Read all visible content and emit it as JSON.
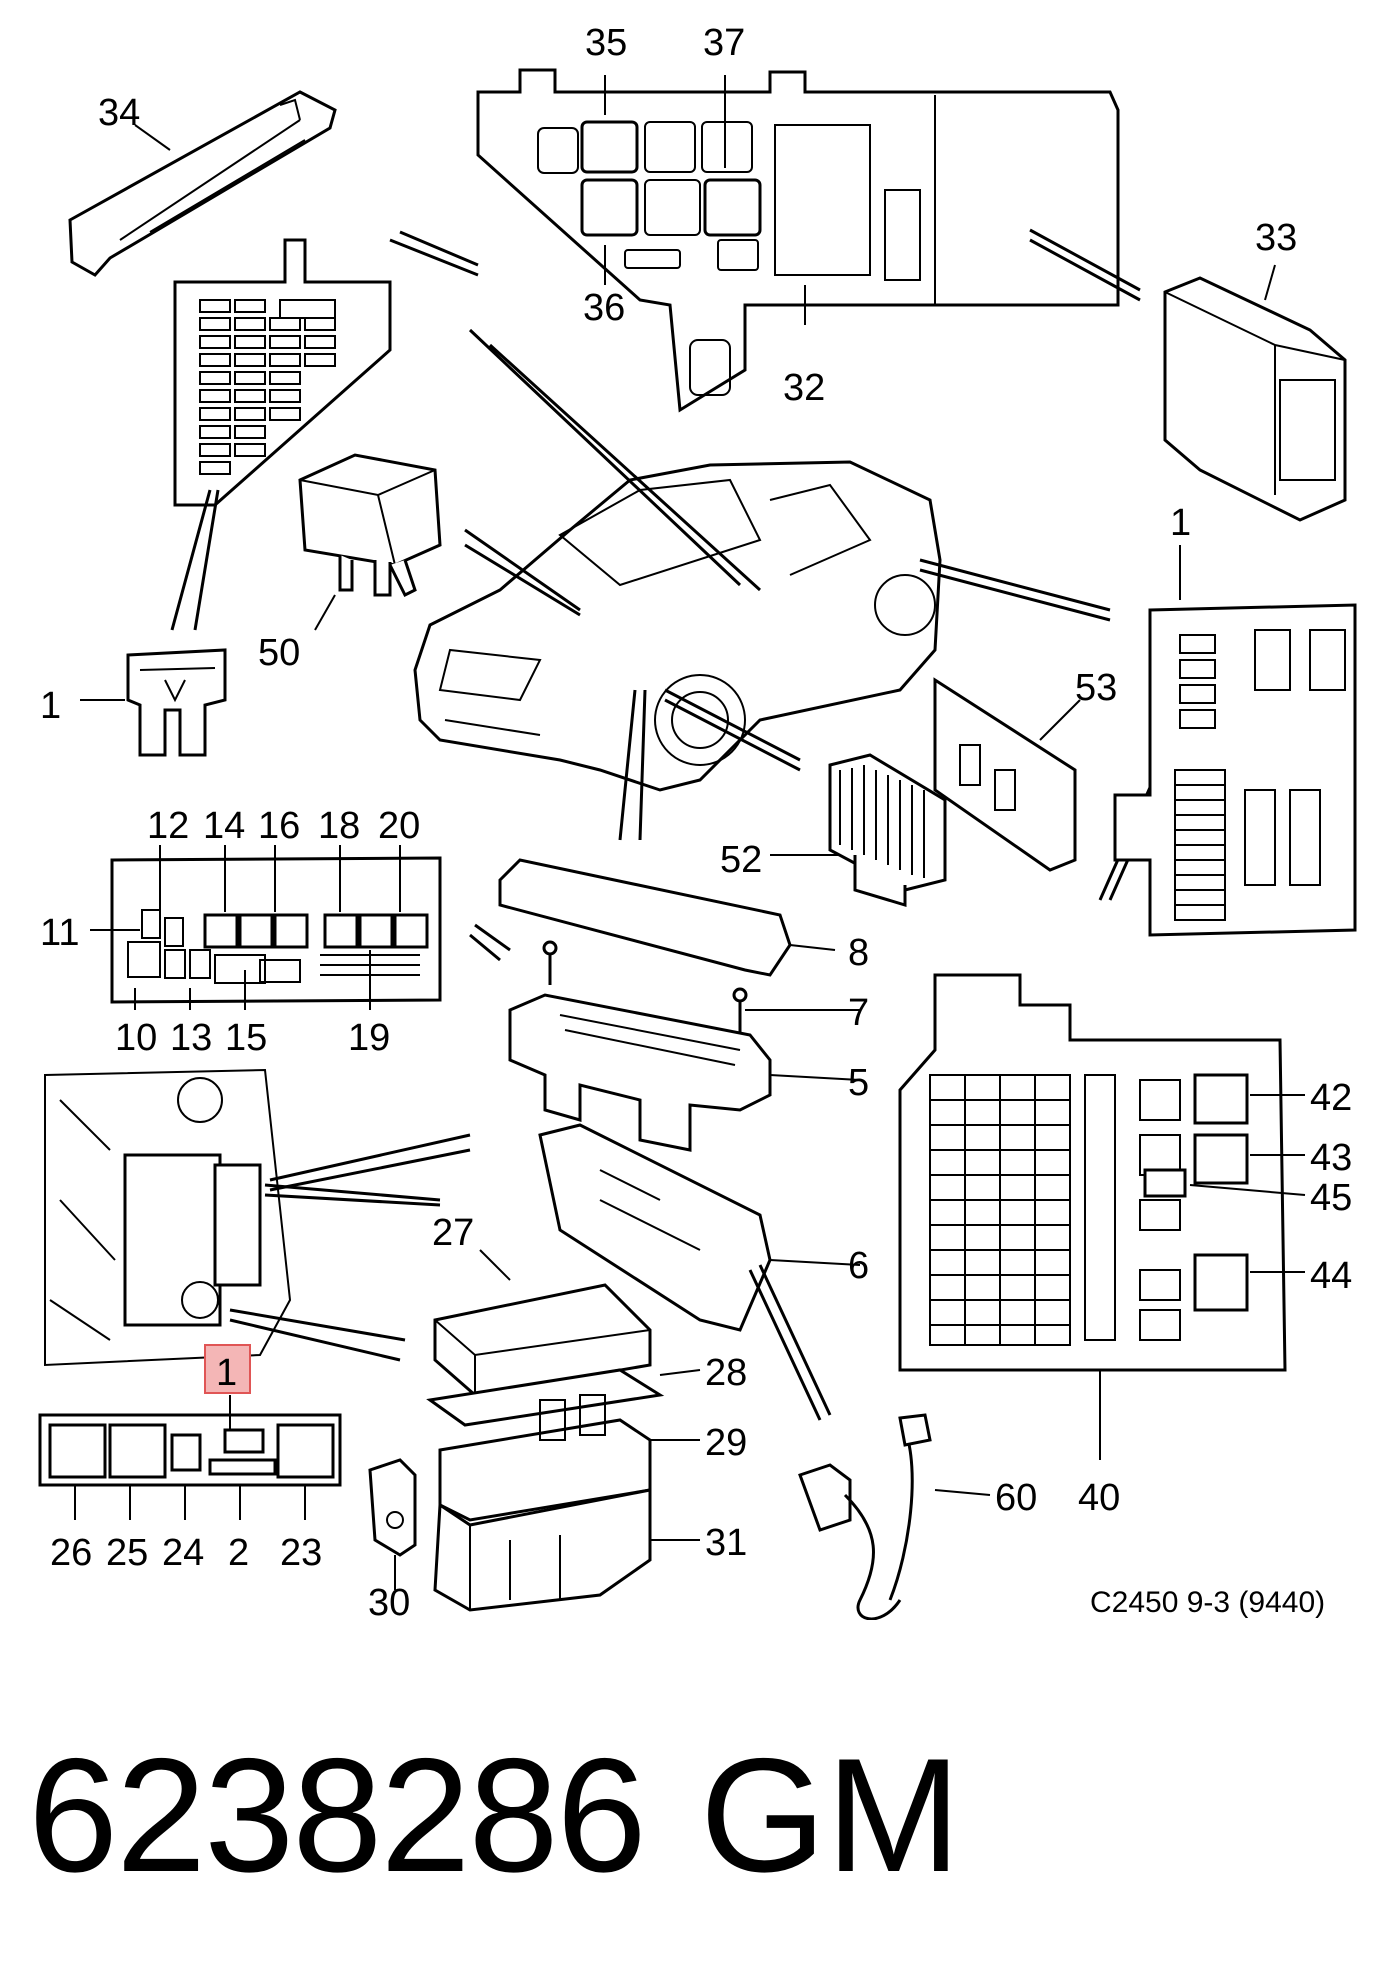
{
  "callouts": [
    {
      "id": "c35",
      "label": "35"
    },
    {
      "id": "c37",
      "label": "37"
    },
    {
      "id": "c34",
      "label": "34"
    },
    {
      "id": "c33",
      "label": "33"
    },
    {
      "id": "c36",
      "label": "36"
    },
    {
      "id": "c32",
      "label": "32"
    },
    {
      "id": "c1a",
      "label": "1"
    },
    {
      "id": "c50",
      "label": "50"
    },
    {
      "id": "c1b",
      "label": "1"
    },
    {
      "id": "c53",
      "label": "53"
    },
    {
      "id": "c52",
      "label": "52"
    },
    {
      "id": "c12",
      "label": "12"
    },
    {
      "id": "c14",
      "label": "14"
    },
    {
      "id": "c16",
      "label": "16"
    },
    {
      "id": "c18",
      "label": "18"
    },
    {
      "id": "c20",
      "label": "20"
    },
    {
      "id": "c11",
      "label": "11"
    },
    {
      "id": "c8",
      "label": "8"
    },
    {
      "id": "c7",
      "label": "7"
    },
    {
      "id": "c10",
      "label": "10"
    },
    {
      "id": "c13",
      "label": "13"
    },
    {
      "id": "c15",
      "label": "15"
    },
    {
      "id": "c19",
      "label": "19"
    },
    {
      "id": "c5",
      "label": "5"
    },
    {
      "id": "c42",
      "label": "42"
    },
    {
      "id": "c43",
      "label": "43"
    },
    {
      "id": "c45",
      "label": "45"
    },
    {
      "id": "c27",
      "label": "27"
    },
    {
      "id": "c6",
      "label": "6"
    },
    {
      "id": "c44",
      "label": "44"
    },
    {
      "id": "c1c",
      "label": "1"
    },
    {
      "id": "c28",
      "label": "28"
    },
    {
      "id": "c29",
      "label": "29"
    },
    {
      "id": "c60",
      "label": "60"
    },
    {
      "id": "c40",
      "label": "40"
    },
    {
      "id": "c31",
      "label": "31"
    },
    {
      "id": "c26",
      "label": "26"
    },
    {
      "id": "c25",
      "label": "25"
    },
    {
      "id": "c24",
      "label": "24"
    },
    {
      "id": "c2",
      "label": "2"
    },
    {
      "id": "c23",
      "label": "23"
    },
    {
      "id": "c30",
      "label": "30"
    }
  ],
  "reference": "C2450 9-3 (9440)",
  "part_number": "6238286",
  "brand": "GM",
  "highlight_color": "#e05555"
}
